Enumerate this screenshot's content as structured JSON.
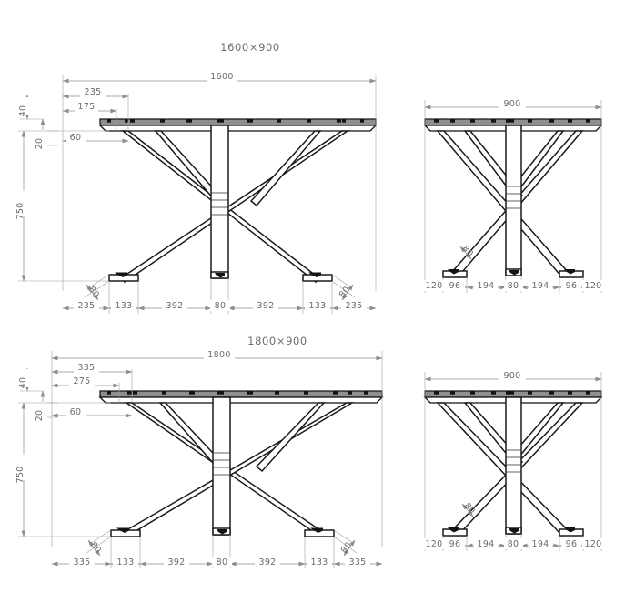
{
  "sheet": {
    "background": "#ffffff",
    "line_color": "#1a1a1a",
    "dim_color": "#8d8d8d",
    "text_color": "#6b6b6b",
    "slab_fill": "#8f8f8f"
  },
  "drawings": [
    {
      "id": "drawing-1600-front",
      "title": "1600×900",
      "view": "front-elevation",
      "dimensions": {
        "overall_width": "1600",
        "overall_height": "750",
        "top_thickness": "40",
        "apron_thickness": "20",
        "inset_a": "235",
        "inset_b": "175",
        "inset_c": "60",
        "foot_angled": "80",
        "bottom_chain": [
          "235",
          "133",
          "392",
          "80",
          "392",
          "133",
          "235"
        ],
        "foot_labels": [
          "80",
          "80"
        ]
      }
    },
    {
      "id": "drawing-1600-side",
      "title": "900",
      "view": "side-elevation",
      "dimensions": {
        "overall_width": "900",
        "foot_angled": "80",
        "bottom_chain": [
          "120",
          "96",
          "194",
          "80",
          "194",
          "96",
          "120"
        ]
      }
    },
    {
      "id": "drawing-1800-front",
      "title": "1800×900",
      "view": "front-elevation",
      "dimensions": {
        "overall_width": "1800",
        "overall_height": "750",
        "top_thickness": "40",
        "apron_thickness": "20",
        "inset_a": "335",
        "inset_b": "275",
        "inset_c": "60",
        "foot_angled": "80",
        "bottom_chain": [
          "335",
          "133",
          "392",
          "80",
          "392",
          "133",
          "335"
        ],
        "foot_labels": [
          "80",
          "80"
        ]
      }
    },
    {
      "id": "drawing-1800-side",
      "title": "900",
      "view": "side-elevation",
      "dimensions": {
        "overall_width": "900",
        "foot_angled": "80",
        "bottom_chain": [
          "120",
          "96",
          "194",
          "80",
          "194",
          "96",
          "120"
        ]
      }
    }
  ]
}
